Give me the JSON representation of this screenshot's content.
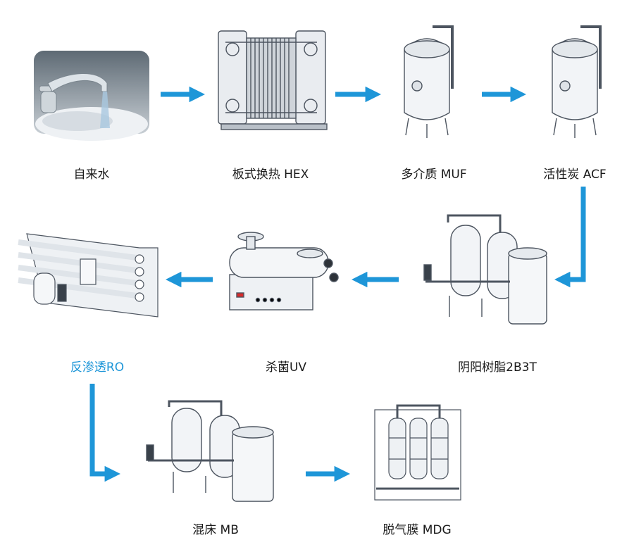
{
  "colors": {
    "arrow": "#1e96d8",
    "highlight": "#1e96d8",
    "text": "#1a1a1a"
  },
  "steps": [
    {
      "label": "自来水",
      "icon": "faucet-icon"
    },
    {
      "label": "板式换热 HEX",
      "icon": "plate-heat-exchanger-icon"
    },
    {
      "label": "多介质 MUF",
      "icon": "multimedia-filter-tank-icon"
    },
    {
      "label": "活性炭 ACF",
      "icon": "activated-carbon-tank-icon"
    },
    {
      "label": "阴阳树脂2B3T",
      "icon": "ion-exchange-unit-icon"
    },
    {
      "label": "杀菌UV",
      "icon": "uv-sterilizer-icon"
    },
    {
      "label": "反渗透RO",
      "icon": "reverse-osmosis-rack-icon",
      "highlight": true
    },
    {
      "label": "混床 MB",
      "icon": "mixed-bed-unit-icon"
    },
    {
      "label": "脱气膜 MDG",
      "icon": "degassing-membrane-unit-icon"
    }
  ]
}
